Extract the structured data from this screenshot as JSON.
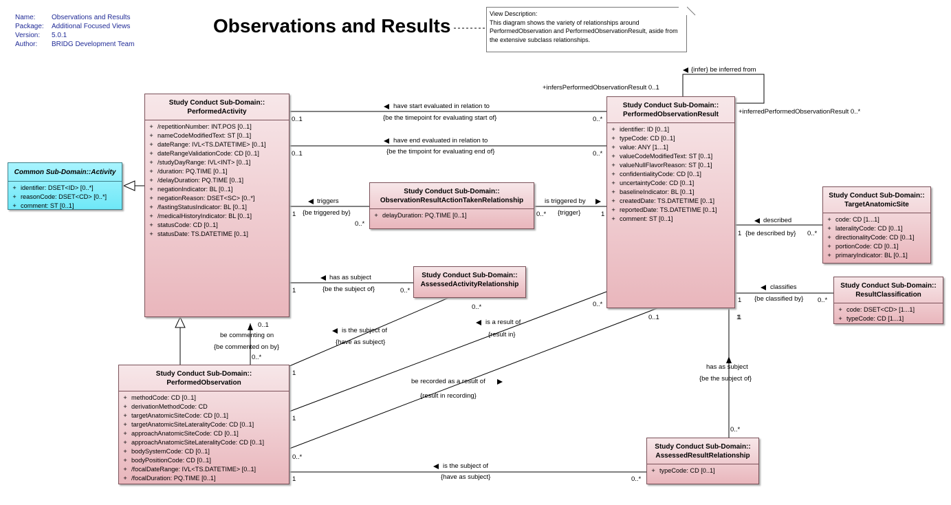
{
  "meta": [
    {
      "key": "Name:",
      "value": "Observations and Results"
    },
    {
      "key": "Package:",
      "value": "Additional Focused Views"
    },
    {
      "key": "Version:",
      "value": "5.0.1"
    },
    {
      "key": "Author:",
      "value": "BRIDG Development Team"
    }
  ],
  "title": "Observations and Results",
  "note": {
    "heading": "View Description:",
    "body": "This diagram shows the variety of relationships around PerformedObservation and PerformedObservationResult, aside from the extensive subclass relationships."
  },
  "classes": {
    "activity": {
      "title1": "Common Sub-Domain::Activity",
      "title2": "",
      "attrs": [
        {
          "v": "+",
          "t": "identifier: DSET<ID> [0..*]"
        },
        {
          "v": "+",
          "t": "reasonCode: DSET<CD> [0..*]"
        },
        {
          "v": "+",
          "t": "comment: ST [0..1]"
        }
      ]
    },
    "performedActivity": {
      "title1": "Study Conduct Sub-Domain::",
      "title2": "PerformedActivity",
      "attrs": [
        {
          "v": "+",
          "t": "/repetitionNumber: INT.POS [0..1]"
        },
        {
          "v": "+",
          "t": "nameCodeModifiedText: ST [0..1]"
        },
        {
          "v": "+",
          "t": "dateRange: IVL<TS.DATETIME> [0..1]"
        },
        {
          "v": "+",
          "t": "dateRangeValidationCode: CD [0..1]"
        },
        {
          "v": "+",
          "t": "/studyDayRange: IVL<INT> [0..1]"
        },
        {
          "v": "+",
          "t": "/duration: PQ.TIME [0..1]"
        },
        {
          "v": "+",
          "t": "/delayDuration: PQ.TIME [0..1]"
        },
        {
          "v": "+",
          "t": "negationIndicator: BL [0..1]"
        },
        {
          "v": "+",
          "t": "negationReason: DSET<SC> [0..*]"
        },
        {
          "v": "+",
          "t": "/fastingStatusIndicator: BL [0..1]"
        },
        {
          "v": "+",
          "t": "/medicalHistoryIndicator: BL [0..1]"
        },
        {
          "v": "+",
          "t": "statusCode: CD [0..1]"
        },
        {
          "v": "+",
          "t": "statusDate: TS.DATETIME [0..1]"
        }
      ]
    },
    "performedObservationResult": {
      "title1": "Study Conduct Sub-Domain::",
      "title2": "PerformedObservationResult",
      "attrs": [
        {
          "v": "+",
          "t": "identifier: ID [0..1]"
        },
        {
          "v": "+",
          "t": "typeCode: CD [0..1]"
        },
        {
          "v": "+",
          "t": "value: ANY [1...1]"
        },
        {
          "v": "+",
          "t": "valueCodeModifiedText: ST [0..1]"
        },
        {
          "v": "+",
          "t": "valueNullFlavorReason: ST [0..1]"
        },
        {
          "v": "+",
          "t": "confidentialityCode: CD [0..1]"
        },
        {
          "v": "+",
          "t": "uncertaintyCode: CD [0..1]"
        },
        {
          "v": "+",
          "t": "baselineIndicator: BL [0..1]"
        },
        {
          "v": "+",
          "t": "createdDate: TS.DATETIME [0..1]"
        },
        {
          "v": "+",
          "t": "reportedDate: TS.DATETIME [0..1]"
        },
        {
          "v": "+",
          "t": "comment: ST [0..1]"
        }
      ]
    },
    "actionTaken": {
      "title1": "Study Conduct Sub-Domain::",
      "title2": "ObservationResultActionTakenRelationship",
      "attrs": [
        {
          "v": "+",
          "t": "delayDuration: PQ.TIME [0..1]"
        }
      ]
    },
    "assessedActivity": {
      "title1": "Study Conduct Sub-Domain::",
      "title2": "AssessedActivityRelationship",
      "attrs": []
    },
    "targetAnatomicSite": {
      "title1": "Study Conduct Sub-Domain::",
      "title2": "TargetAnatomicSite",
      "attrs": [
        {
          "v": "+",
          "t": "code: CD [1...1]"
        },
        {
          "v": "+",
          "t": "lateralityCode: CD [0..1]"
        },
        {
          "v": "+",
          "t": "directionalityCode: CD [0..1]"
        },
        {
          "v": "+",
          "t": "portionCode: CD [0..1]"
        },
        {
          "v": "+",
          "t": "primaryIndicator: BL [0..1]"
        }
      ]
    },
    "resultClassification": {
      "title1": "Study Conduct Sub-Domain::",
      "title2": "ResultClassification",
      "attrs": [
        {
          "v": "+",
          "t": "code: DSET<CD> [1...1]"
        },
        {
          "v": "+",
          "t": "typeCode: CD [1...1]"
        }
      ]
    },
    "performedObservation": {
      "title1": "Study Conduct Sub-Domain::",
      "title2": "PerformedObservation",
      "attrs": [
        {
          "v": "+",
          "t": "methodCode: CD [0..1]"
        },
        {
          "v": "+",
          "t": "derivationMethodCode: CD"
        },
        {
          "v": "+",
          "t": "targetAnatomicSiteCode: CD [0..1]"
        },
        {
          "v": "+",
          "t": "targetAnatomicSiteLateralityCode: CD [0..1]"
        },
        {
          "v": "+",
          "t": "approachAnatomicSiteCode: CD [0..1]"
        },
        {
          "v": "+",
          "t": "approachAnatomicSiteLateralityCode: CD [0..1]"
        },
        {
          "v": "+",
          "t": "bodySystemCode: CD [0..1]"
        },
        {
          "v": "+",
          "t": "bodyPositionCode: CD [0..1]"
        },
        {
          "v": "+",
          "t": "/focalDateRange: IVL<TS.DATETIME> [0..1]"
        },
        {
          "v": "+",
          "t": "/focalDuration: PQ.TIME [0..1]"
        }
      ]
    },
    "assessedResult": {
      "title1": "Study Conduct Sub-Domain::",
      "title2": "AssessedResultRelationship",
      "attrs": [
        {
          "v": "+",
          "t": "typeCode: CD [0..1]"
        }
      ]
    }
  },
  "labels": {
    "infer": "{infer} be inferred from",
    "infersRole": "+infersPerformedObservationResult 0..1",
    "inferredRole": "+inferredPerformedObservationResult 0..*",
    "startEval": "have start evaluated in relation to",
    "startEvalRev": "{be the timepoint for evaluating start of}",
    "endEval": "have end evaluated in relation to",
    "endEvalRev": "{be the timpoint for evaluating end of}",
    "triggers": "triggers",
    "beTriggeredBy": "{be triggered by}",
    "isTriggeredBy": "is triggered by",
    "trigger": "{trigger}",
    "described": "described",
    "beDescribedBy": "{be described by}",
    "classifies": "classifies",
    "beClassifiedBy": "{be classified by}",
    "hasAsSubject1": "has as subject",
    "beTheSubjectOf1": "{be the subject of}",
    "isTheSubjectOf1": "is the subject of",
    "haveAsSubject1": "{have as subject}",
    "isAResultOf": "is a result of",
    "resultIn": "{result in}",
    "beCommentingOn": "be commenting on",
    "beCommentedOnBy": "{be commented on by}",
    "beRecordedAs": "be recorded as a result of",
    "resultInRecording": "{result in recording}",
    "hasAsSubject2": "has as subject",
    "beTheSubjectOf2": "{be the subject of}",
    "isTheSubjectOf2": "is the subject of",
    "haveAsSubject2": "{have as subject}"
  },
  "multiplicities": {
    "m1": "0..1",
    "m2": "0..*",
    "m3": "0..1",
    "m4": "0..*",
    "m5": "1",
    "m6": "0..*",
    "m7": "0..*",
    "m8": "1",
    "m9": "1",
    "m10": "0..*",
    "m11": "1",
    "m12": "0..*",
    "m13": "0..*",
    "m14": "0..1",
    "m15": "0..*",
    "m16": "1",
    "m17": "0..*",
    "m18": "1",
    "m19": "0..1",
    "m20": "1",
    "m21": "0..*",
    "m22": "1",
    "m23": "0..*",
    "m24": "1",
    "m25": "0..*",
    "m26": "1",
    "m27": "0..*"
  }
}
